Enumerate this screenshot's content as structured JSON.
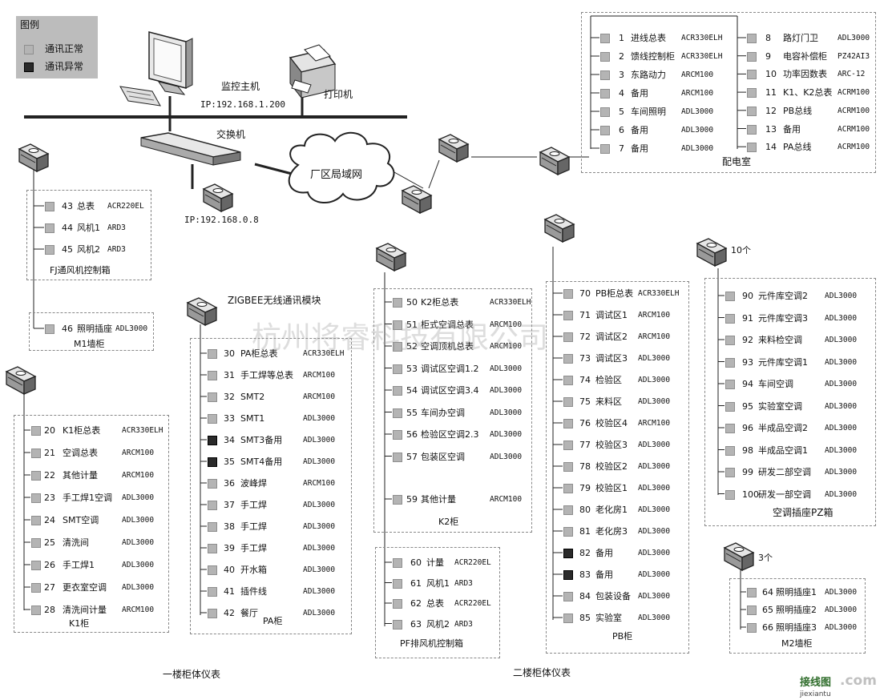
{
  "legend": {
    "title": "图例",
    "normal": "通讯正常",
    "abnormal": "通讯异常"
  },
  "network": {
    "host_label": "监控主机",
    "host_ip": "IP:192.168.1.200",
    "printer_label": "打印机",
    "switch_label": "交换机",
    "switch_ip": "IP:192.168.0.8",
    "lan_label": "厂区局域网",
    "zigbee_label": "ZIGBEE无线通讯模块",
    "count_10": "10个",
    "count_3": "3个"
  },
  "footer": {
    "floor1": "一楼柜体仪表",
    "floor2": "二楼柜体仪表",
    "logo_cn": "接线图",
    "logo_url": "jiexiantu",
    "logo_com": ".com"
  },
  "watermark": "杭州将睿科技有限公司",
  "cabinets": {
    "pdroom": {
      "title": "配电室",
      "rows": [
        {
          "num": "1",
          "name": "进线总表",
          "model": "ACR330ELH",
          "status": "ok"
        },
        {
          "num": "2",
          "name": "馈线控制柜",
          "model": "ACR330ELH",
          "status": "ok"
        },
        {
          "num": "3",
          "name": "东路动力",
          "model": "ARCM100",
          "status": "ok"
        },
        {
          "num": "4",
          "name": "备用",
          "model": "ARCM100",
          "status": "ok"
        },
        {
          "num": "5",
          "name": "车间照明",
          "model": "ADL3000",
          "status": "ok"
        },
        {
          "num": "6",
          "name": "备用",
          "model": "ADL3000",
          "status": "ok"
        },
        {
          "num": "7",
          "name": "备用",
          "model": "ADL3000",
          "status": "ok"
        },
        {
          "num": "8",
          "name": "路灯门卫",
          "model": "ADL3000",
          "status": "ok"
        },
        {
          "num": "9",
          "name": "电容补偿柜",
          "model": "PZ42AI3",
          "status": "ok"
        },
        {
          "num": "10",
          "name": "功率因数表",
          "model": "ARC-12",
          "status": "ok"
        },
        {
          "num": "11",
          "name": "K1、K2总表",
          "model": "ACRM100",
          "status": "ok"
        },
        {
          "num": "12",
          "name": "PB总线",
          "model": "ACRM100",
          "status": "ok"
        },
        {
          "num": "13",
          "name": "备用",
          "model": "ACRM100",
          "status": "ok"
        },
        {
          "num": "14",
          "name": "PA总线",
          "model": "ACRM100",
          "status": "ok"
        }
      ]
    },
    "fj": {
      "title": "FJ通风机控制箱",
      "rows": [
        {
          "num": "43",
          "name": "总表",
          "model": "ACR220EL",
          "status": "ok"
        },
        {
          "num": "44",
          "name": "风机1",
          "model": "ARD3",
          "status": "ok"
        },
        {
          "num": "45",
          "name": "风机2",
          "model": "ARD3",
          "status": "ok"
        }
      ]
    },
    "m1": {
      "title": "M1墙柜",
      "rows": [
        {
          "num": "46",
          "name": "照明插座",
          "model": "ADL3000",
          "status": "ok"
        }
      ]
    },
    "k1": {
      "title": "K1柜",
      "rows": [
        {
          "num": "20",
          "name": "K1柜总表",
          "model": "ACR330ELH",
          "status": "ok"
        },
        {
          "num": "21",
          "name": "空调总表",
          "model": "ARCM100",
          "status": "ok"
        },
        {
          "num": "22",
          "name": "其他计量",
          "model": "ARCM100",
          "status": "ok"
        },
        {
          "num": "23",
          "name": "手工焊1空调",
          "model": "ADL3000",
          "status": "ok"
        },
        {
          "num": "24",
          "name": "SMT空调",
          "model": "ADL3000",
          "status": "ok"
        },
        {
          "num": "25",
          "name": "清洗间",
          "model": "ADL3000",
          "status": "ok"
        },
        {
          "num": "26",
          "name": "手工焊1",
          "model": "ADL3000",
          "status": "ok"
        },
        {
          "num": "27",
          "name": "更衣室空调",
          "model": "ADL3000",
          "status": "ok"
        },
        {
          "num": "28",
          "name": "清洗间计量",
          "model": "ARCM100",
          "status": "ok"
        }
      ]
    },
    "pa": {
      "title": "PA柜",
      "rows": [
        {
          "num": "30",
          "name": "PA柜总表",
          "model": "ACR330ELH",
          "status": "ok"
        },
        {
          "num": "31",
          "name": "手工焊等总表",
          "model": "ARCM100",
          "status": "ok"
        },
        {
          "num": "32",
          "name": "SMT2",
          "model": "ARCM100",
          "status": "ok"
        },
        {
          "num": "33",
          "name": "SMT1",
          "model": "ADL3000",
          "status": "ok"
        },
        {
          "num": "34",
          "name": "SMT3备用",
          "model": "ADL3000",
          "status": "err"
        },
        {
          "num": "35",
          "name": "SMT4备用",
          "model": "ADL3000",
          "status": "err"
        },
        {
          "num": "36",
          "name": "波峰焊",
          "model": "ARCM100",
          "status": "ok"
        },
        {
          "num": "37",
          "name": "手工焊",
          "model": "ADL3000",
          "status": "ok"
        },
        {
          "num": "38",
          "name": "手工焊",
          "model": "ADL3000",
          "status": "ok"
        },
        {
          "num": "39",
          "name": "手工焊",
          "model": "ADL3000",
          "status": "ok"
        },
        {
          "num": "40",
          "name": "开水箱",
          "model": "ADL3000",
          "status": "ok"
        },
        {
          "num": "41",
          "name": "插件线",
          "model": "ADL3000",
          "status": "ok"
        },
        {
          "num": "42",
          "name": "餐厅",
          "model": "ADL3000",
          "status": "ok"
        }
      ]
    },
    "k2": {
      "title": "K2柜",
      "rows": [
        {
          "num": "50",
          "name": "K2柜总表",
          "model": "ACR330ELH",
          "status": "ok"
        },
        {
          "num": "51",
          "name": "柜式空调总表",
          "model": "ARCM100",
          "status": "ok"
        },
        {
          "num": "52",
          "name": "空调顶机总表",
          "model": "ARCM100",
          "status": "ok"
        },
        {
          "num": "53",
          "name": "调试区空调1.2",
          "model": "ADL3000",
          "status": "ok"
        },
        {
          "num": "54",
          "name": "调试区空调3.4",
          "model": "ADL3000",
          "status": "ok"
        },
        {
          "num": "55",
          "name": "车间办空调",
          "model": "ADL3000",
          "status": "ok"
        },
        {
          "num": "56",
          "name": "检验区空调2.3",
          "model": "ADL3000",
          "status": "ok"
        },
        {
          "num": "57",
          "name": "包装区空调",
          "model": "ADL3000",
          "status": "ok"
        },
        {
          "num": "59",
          "name": "其他计量",
          "model": "ARCM100",
          "status": "ok"
        }
      ]
    },
    "pf": {
      "title": "PF排风机控制箱",
      "rows": [
        {
          "num": "60",
          "name": "计量",
          "model": "ACR220EL",
          "status": "ok"
        },
        {
          "num": "61",
          "name": "风机1",
          "model": "ARD3",
          "status": "ok"
        },
        {
          "num": "62",
          "name": "总表",
          "model": "ACR220EL",
          "status": "ok"
        },
        {
          "num": "63",
          "name": "风机2",
          "model": "ARD3",
          "status": "ok"
        }
      ]
    },
    "pb": {
      "title": "PB柜",
      "rows": [
        {
          "num": "70",
          "name": "PB柜总表",
          "model": "ACR330ELH",
          "status": "ok"
        },
        {
          "num": "71",
          "name": "调试区1",
          "model": "ARCM100",
          "status": "ok"
        },
        {
          "num": "72",
          "name": "调试区2",
          "model": "ARCM100",
          "status": "ok"
        },
        {
          "num": "73",
          "name": "调试区3",
          "model": "ADL3000",
          "status": "ok"
        },
        {
          "num": "74",
          "name": "检验区",
          "model": "ADL3000",
          "status": "ok"
        },
        {
          "num": "75",
          "name": "来料区",
          "model": "ADL3000",
          "status": "ok"
        },
        {
          "num": "76",
          "name": "校验区4",
          "model": "ARCM100",
          "status": "ok"
        },
        {
          "num": "77",
          "name": "校验区3",
          "model": "ADL3000",
          "status": "ok"
        },
        {
          "num": "78",
          "name": "校验区2",
          "model": "ADL3000",
          "status": "ok"
        },
        {
          "num": "79",
          "name": "校验区1",
          "model": "ADL3000",
          "status": "ok"
        },
        {
          "num": "80",
          "name": "老化房1",
          "model": "ADL3000",
          "status": "ok"
        },
        {
          "num": "81",
          "name": "老化房3",
          "model": "ADL3000",
          "status": "ok"
        },
        {
          "num": "82",
          "name": "备用",
          "model": "ADL3000",
          "status": "err"
        },
        {
          "num": "83",
          "name": "备用",
          "model": "ADL3000",
          "status": "err"
        },
        {
          "num": "84",
          "name": "包装设备",
          "model": "ADL3000",
          "status": "ok"
        },
        {
          "num": "85",
          "name": "实验室",
          "model": "ADL3000",
          "status": "ok"
        }
      ]
    },
    "pz": {
      "title": "空调插座PZ箱",
      "rows": [
        {
          "num": "90",
          "name": "元件库空调2",
          "model": "ADL3000",
          "status": "ok"
        },
        {
          "num": "91",
          "name": "元件库空调3",
          "model": "ADL3000",
          "status": "ok"
        },
        {
          "num": "92",
          "name": "来料检空调",
          "model": "ADL3000",
          "status": "ok"
        },
        {
          "num": "93",
          "name": "元件库空调1",
          "model": "ADL3000",
          "status": "ok"
        },
        {
          "num": "94",
          "name": "车间空调",
          "model": "ADL3000",
          "status": "ok"
        },
        {
          "num": "95",
          "name": "实验室空调",
          "model": "ADL3000",
          "status": "ok"
        },
        {
          "num": "96",
          "name": "半成品空调2",
          "model": "ADL3000",
          "status": "ok"
        },
        {
          "num": "98",
          "name": "半成品空调1",
          "model": "ADL3000",
          "status": "ok"
        },
        {
          "num": "99",
          "name": "研发二部空调",
          "model": "ADL3000",
          "status": "ok"
        },
        {
          "num": "100",
          "name": "研发一部空调",
          "model": "ADL3000",
          "status": "ok"
        }
      ]
    },
    "m2": {
      "title": "M2墙柜",
      "rows": [
        {
          "num": "64",
          "name": "照明插座1",
          "model": "ADL3000",
          "status": "ok"
        },
        {
          "num": "65",
          "name": "照明插座2",
          "model": "ADL3000",
          "status": "ok"
        },
        {
          "num": "66",
          "name": "照明插座3",
          "model": "ADL3000",
          "status": "ok"
        }
      ]
    }
  }
}
